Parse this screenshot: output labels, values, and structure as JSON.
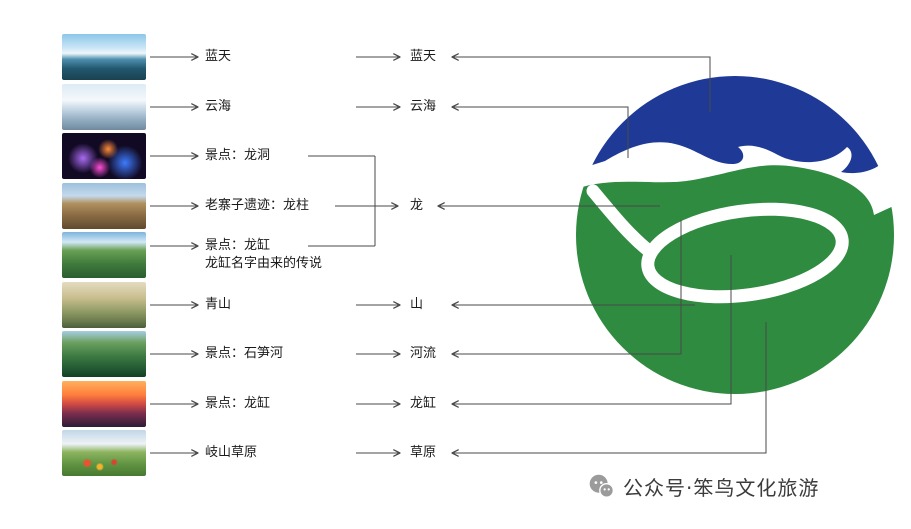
{
  "photos": [
    {
      "name": "blue-sky-lake",
      "caption": "蓝天"
    },
    {
      "name": "cloud-sea",
      "caption": "云海"
    },
    {
      "name": "dragon-cave",
      "caption": "景点：龙洞"
    },
    {
      "name": "old-stockade-ruins",
      "caption": "老寨子遗迹：龙柱"
    },
    {
      "name": "longgang-cliffs",
      "caption": "景点：龙缸",
      "note": "龙缸名字由来的传说"
    },
    {
      "name": "green-mountains",
      "caption": "青山"
    },
    {
      "name": "shisun-river",
      "caption": "景点：石笋河"
    },
    {
      "name": "longgang-sunset",
      "caption": "景点：龙缸"
    },
    {
      "name": "qishan-grassland",
      "caption": "岐山草原"
    }
  ],
  "logo_elements": [
    "蓝天",
    "云海",
    "龙",
    "山",
    "河流",
    "龙缸",
    "草原"
  ],
  "footer": {
    "account_label": "公众号·笨鸟文化旅游"
  },
  "colors": {
    "logo_blue": "#1e3a96",
    "logo_green": "#2e8b3f",
    "connector_line": "#4a4a4a",
    "footer_text": "#3c3c3c"
  }
}
